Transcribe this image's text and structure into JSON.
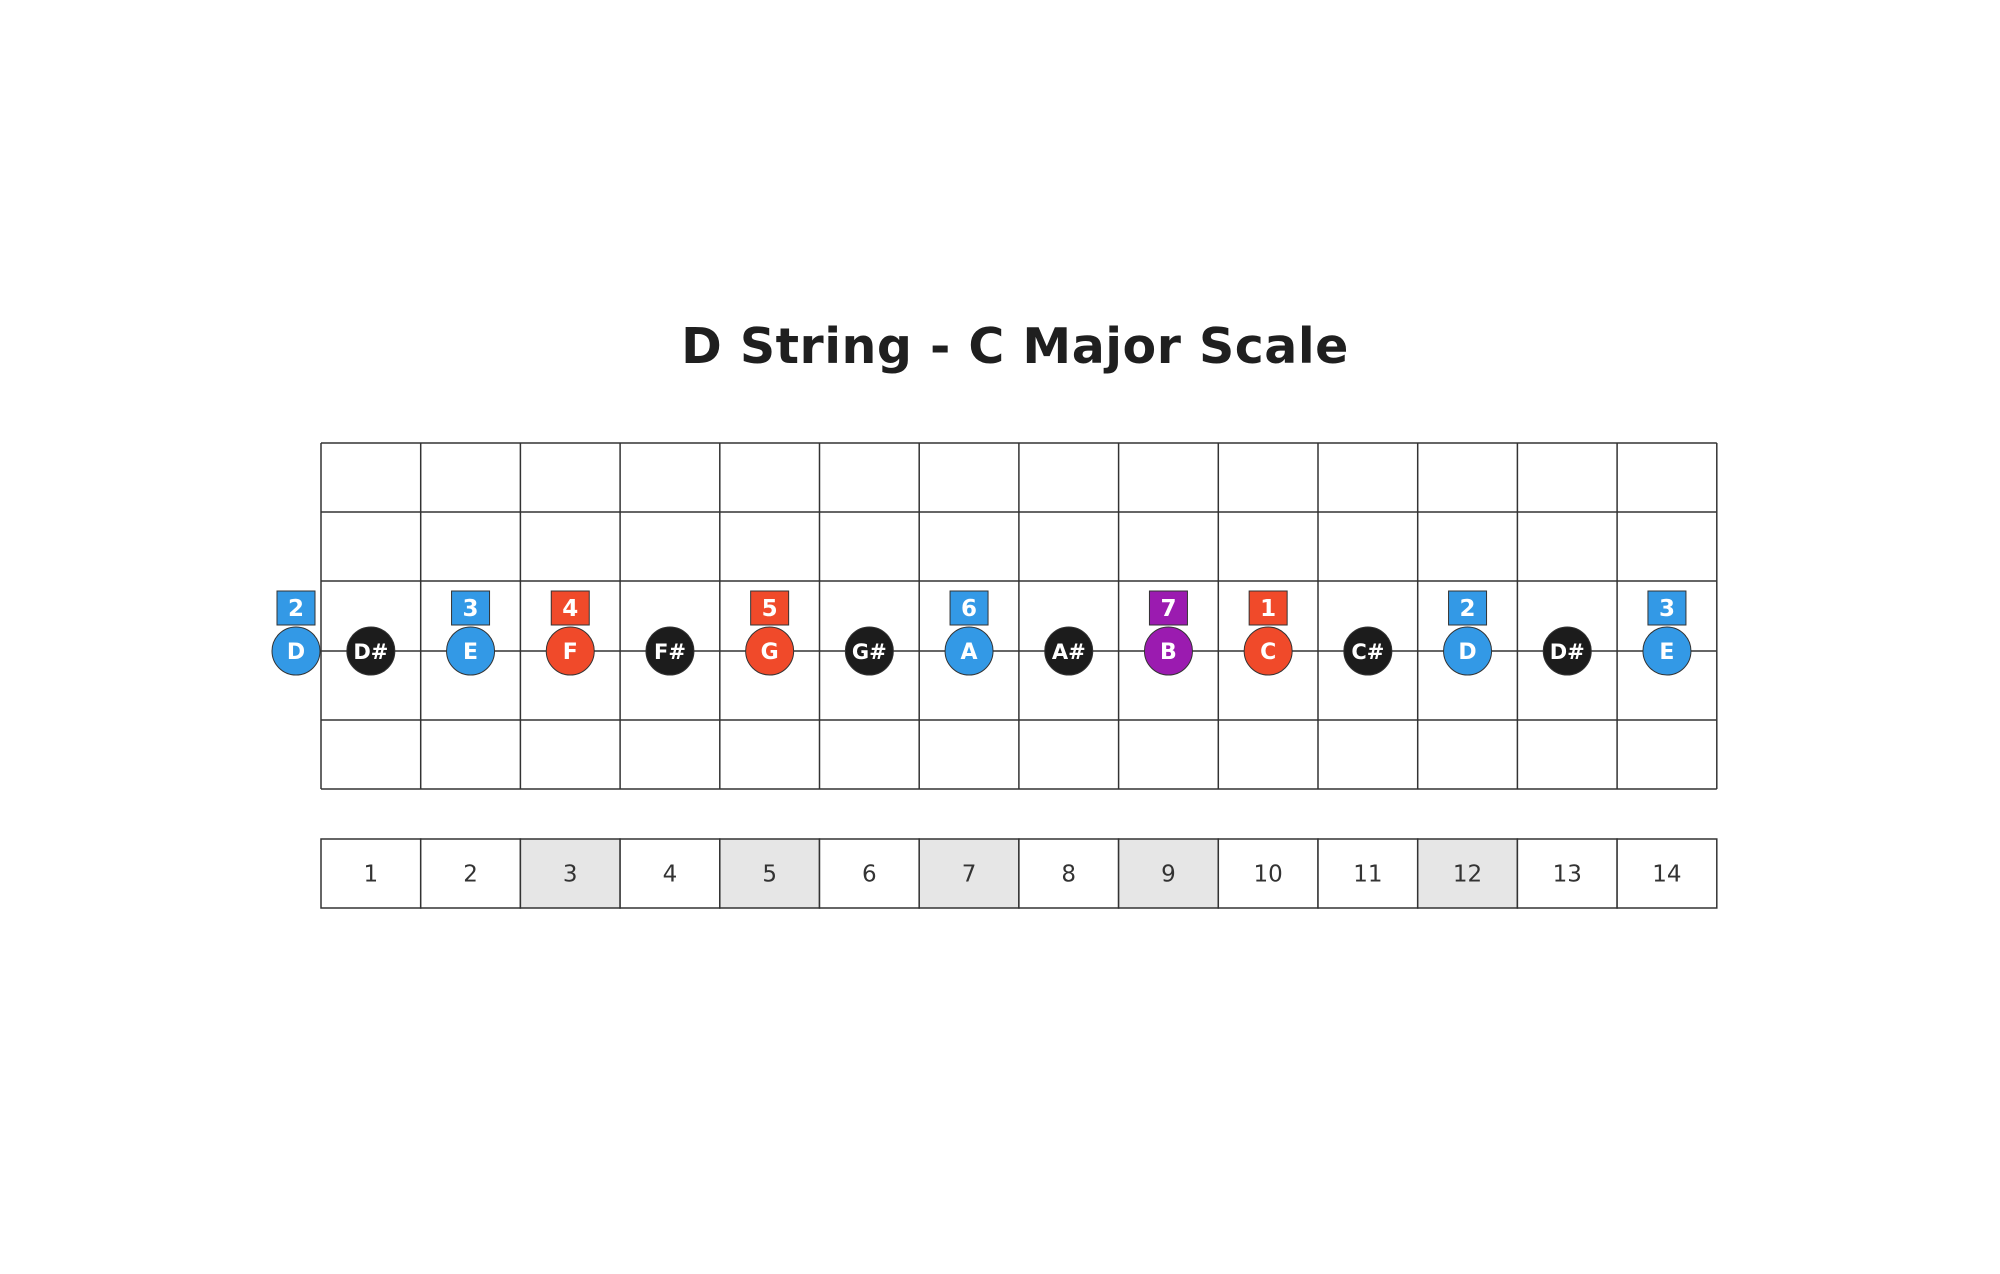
{
  "title": "D String - C Major Scale",
  "colors": {
    "blue": "#3399e6",
    "red": "#f04a2a",
    "purple": "#9b1bb0",
    "black": "#1c1c1c",
    "grid": "#333333",
    "highlight": "#e6e6e6"
  },
  "notes": [
    {
      "fret": 0,
      "note": "D",
      "degree": "2",
      "color": "blue"
    },
    {
      "fret": 1,
      "note": "D#",
      "degree": "",
      "color": "black"
    },
    {
      "fret": 2,
      "note": "E",
      "degree": "3",
      "color": "blue"
    },
    {
      "fret": 3,
      "note": "F",
      "degree": "4",
      "color": "red"
    },
    {
      "fret": 4,
      "note": "F#",
      "degree": "",
      "color": "black"
    },
    {
      "fret": 5,
      "note": "G",
      "degree": "5",
      "color": "red"
    },
    {
      "fret": 6,
      "note": "G#",
      "degree": "",
      "color": "black"
    },
    {
      "fret": 7,
      "note": "A",
      "degree": "6",
      "color": "blue"
    },
    {
      "fret": 8,
      "note": "A#",
      "degree": "",
      "color": "black"
    },
    {
      "fret": 9,
      "note": "B",
      "degree": "7",
      "color": "purple"
    },
    {
      "fret": 10,
      "note": "C",
      "degree": "1",
      "color": "red"
    },
    {
      "fret": 11,
      "note": "C#",
      "degree": "",
      "color": "black"
    },
    {
      "fret": 12,
      "note": "D",
      "degree": "2",
      "color": "blue"
    },
    {
      "fret": 13,
      "note": "D#",
      "degree": "",
      "color": "black"
    },
    {
      "fret": 14,
      "note": "E",
      "degree": "3",
      "color": "blue"
    }
  ],
  "fret_numbers": [
    "1",
    "2",
    "3",
    "4",
    "5",
    "6",
    "7",
    "8",
    "9",
    "10",
    "11",
    "12",
    "13",
    "14"
  ],
  "highlighted_frets": [
    "3",
    "5",
    "7",
    "9",
    "12"
  ]
}
